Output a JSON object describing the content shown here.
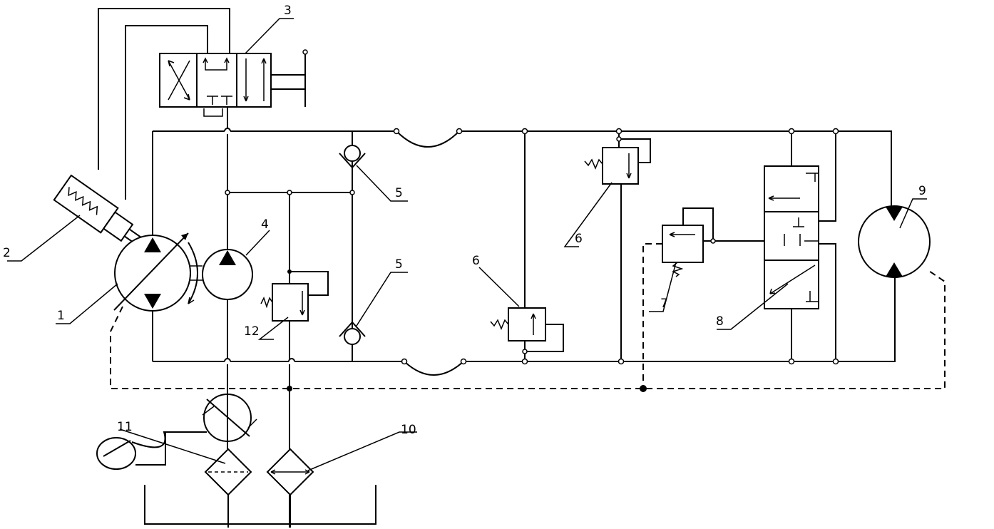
{
  "labels": {
    "variable_pump": "1",
    "servo_cylinder": "2",
    "servo_valve": "3",
    "charge_pump": "4",
    "check_valve_upper": "5",
    "check_valve_lower": "5",
    "relief_valve_low": "6",
    "relief_valve_high": "6",
    "charge_relief_valve": "7",
    "shuttle_valve": "8",
    "hydraulic_motor": "9",
    "cooler": "10",
    "filter_gauge": "11",
    "low_pressure_relief": "12"
  }
}
